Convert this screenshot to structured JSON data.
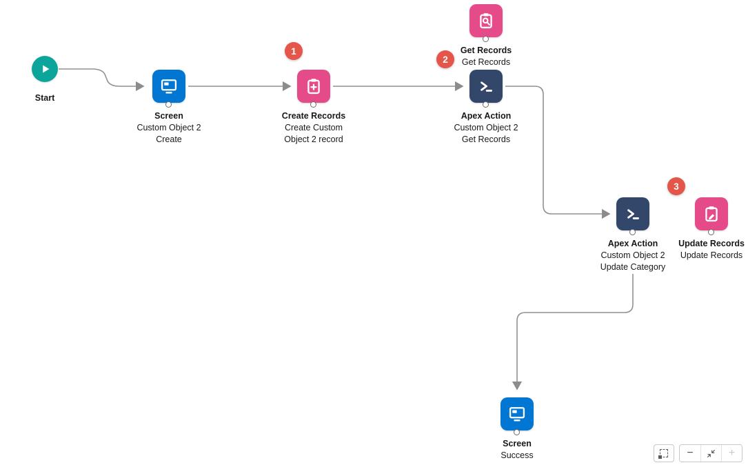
{
  "flow": {
    "start": {
      "label": "Start"
    },
    "nodes": {
      "screen_create": {
        "title": "Screen",
        "line1": "Custom Object 2",
        "line2": "Create"
      },
      "create_records": {
        "title": "Create Records",
        "line1": "Create Custom",
        "line2": "Object 2 record"
      },
      "get_records": {
        "title": "Get Records",
        "line1": "Get Records"
      },
      "apex_get": {
        "title": "Apex Action",
        "line1": "Custom Object 2",
        "line2": "Get Records"
      },
      "apex_update": {
        "title": "Apex Action",
        "line1": "Custom Object 2",
        "line2": "Update Category"
      },
      "update_records": {
        "title": "Update Records",
        "line1": "Update Records"
      },
      "screen_success": {
        "title": "Screen",
        "line1": "Success"
      }
    },
    "annotations": {
      "step1": "1",
      "step2": "2",
      "step3": "3"
    }
  },
  "toolbar": {
    "zoom_out": "−",
    "zoom_in": "+"
  },
  "colors": {
    "start_teal": "#0ca59b",
    "screen_blue": "#0176d3",
    "data_pink": "#e54b88",
    "apex_navy": "#33476b",
    "badge_red": "#e4554a",
    "connector_gray": "#919191"
  },
  "icons": {
    "start": "play-icon",
    "screen": "screen-monitor-icon",
    "create_records": "record-create-icon",
    "get_records": "record-lookup-icon",
    "apex": "apex-terminal-icon",
    "update_records": "record-update-icon",
    "toolbar_select": "multi-select-icon",
    "toolbar_fit": "fit-view-icon"
  }
}
